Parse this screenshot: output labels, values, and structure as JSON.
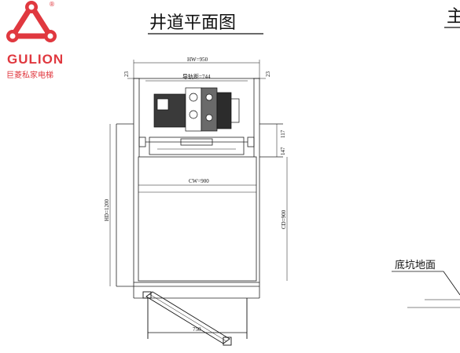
{
  "brand": {
    "name": "GULION",
    "registered": "®",
    "subtitle": "巨菱私家电梯",
    "color": "#e0383f"
  },
  "drawing": {
    "title": "井道平面图",
    "partial_title": "主",
    "pit_label": "底坑地面",
    "dimensions": {
      "hw": "HW=950",
      "rail_distance": "导轨距=744",
      "cw": "CW=900",
      "hd": "HD=1200",
      "cd": "CD=900",
      "left_side": "23",
      "right_side": "23",
      "d117": "117",
      "d147": "147",
      "door": "750"
    }
  }
}
